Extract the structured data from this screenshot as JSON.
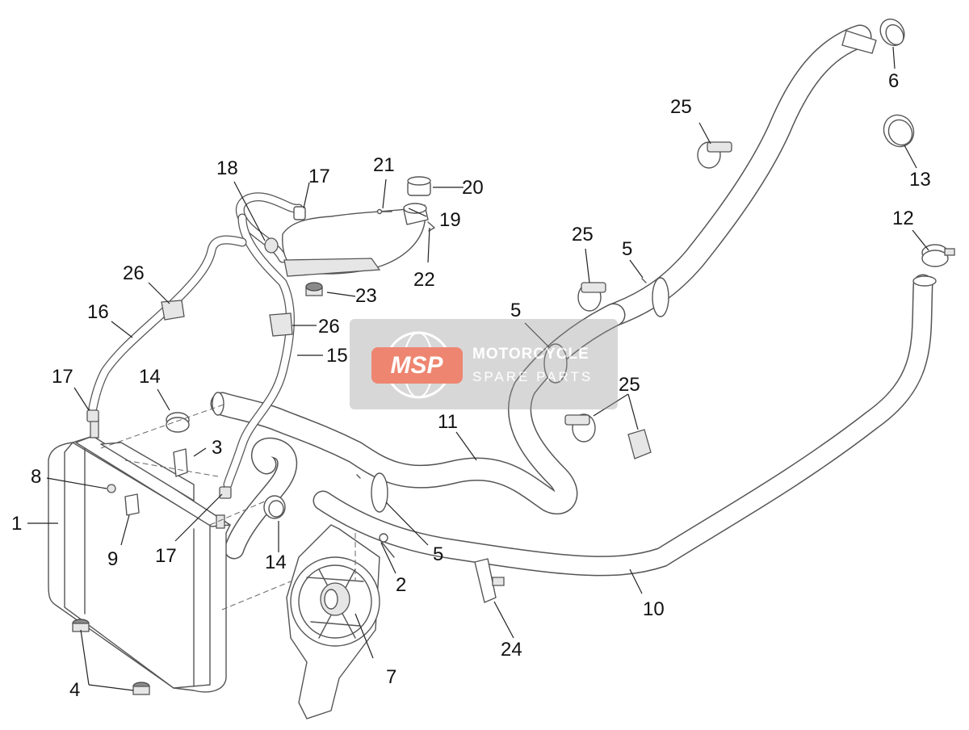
{
  "callouts": [
    {
      "id": "c1",
      "label": "1"
    },
    {
      "id": "c2",
      "label": "2"
    },
    {
      "id": "c3",
      "label": "3"
    },
    {
      "id": "c4",
      "label": "4"
    },
    {
      "id": "c5a",
      "label": "5"
    },
    {
      "id": "c5b",
      "label": "5"
    },
    {
      "id": "c5c",
      "label": "5"
    },
    {
      "id": "c6",
      "label": "6"
    },
    {
      "id": "c7",
      "label": "7"
    },
    {
      "id": "c8",
      "label": "8"
    },
    {
      "id": "c9",
      "label": "9"
    },
    {
      "id": "c10",
      "label": "10"
    },
    {
      "id": "c11",
      "label": "11"
    },
    {
      "id": "c12",
      "label": "12"
    },
    {
      "id": "c13",
      "label": "13"
    },
    {
      "id": "c14a",
      "label": "14"
    },
    {
      "id": "c14b",
      "label": "14"
    },
    {
      "id": "c15",
      "label": "15"
    },
    {
      "id": "c16",
      "label": "16"
    },
    {
      "id": "c17a",
      "label": "17"
    },
    {
      "id": "c17b",
      "label": "17"
    },
    {
      "id": "c17c",
      "label": "17"
    },
    {
      "id": "c18",
      "label": "18"
    },
    {
      "id": "c19",
      "label": "19"
    },
    {
      "id": "c20",
      "label": "20"
    },
    {
      "id": "c21",
      "label": "21"
    },
    {
      "id": "c22",
      "label": "22"
    },
    {
      "id": "c23",
      "label": "23"
    },
    {
      "id": "c24",
      "label": "24"
    },
    {
      "id": "c25a",
      "label": "25"
    },
    {
      "id": "c25b",
      "label": "25"
    },
    {
      "id": "c25c",
      "label": "25"
    },
    {
      "id": "c26a",
      "label": "26"
    },
    {
      "id": "c26b",
      "label": "26"
    }
  ],
  "watermark": {
    "logo": "MSP",
    "line1": "MOTORCYCLE",
    "line2": "SPARE PARTS",
    "logo_color": "#e8573a",
    "band_color": "#9a9a9a"
  }
}
